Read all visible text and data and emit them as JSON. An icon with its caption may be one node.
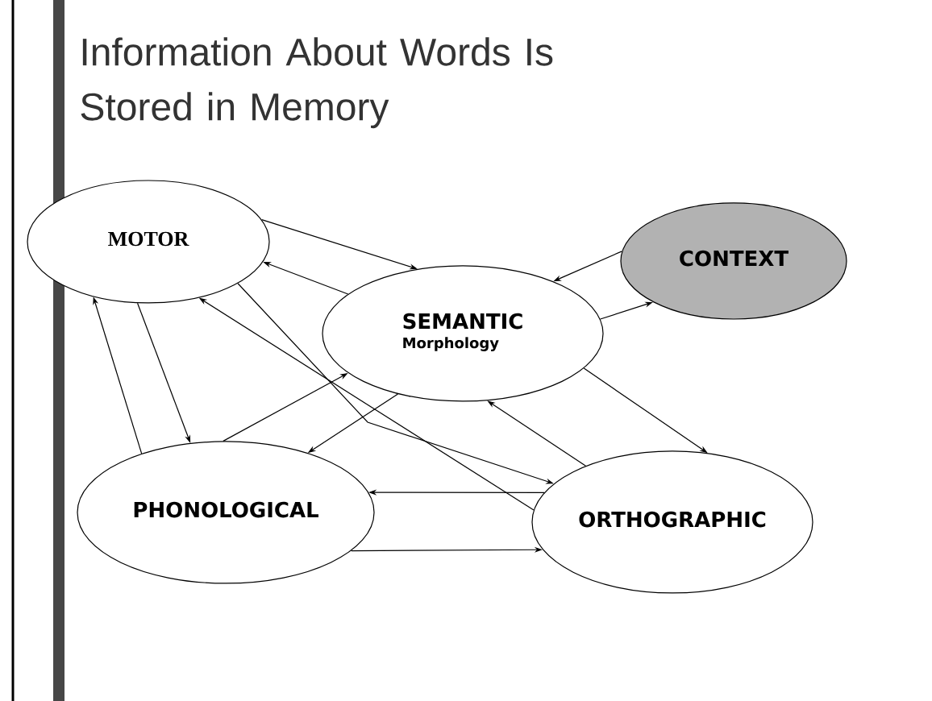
{
  "diagram": {
    "title": "Information About Words Is Stored in Memory",
    "nodes": [
      {
        "text": [
          "MOTOR"
        ]
      },
      {
        "text": [
          "CONTEXT"
        ]
      },
      {
        "text": [
          "SEMANTIC",
          "Morphology"
        ]
      },
      {
        "text": [
          "PHONOLOGICAL"
        ]
      },
      {
        "text": [
          "ORTHOGRAPHIC"
        ]
      }
    ],
    "edges": [
      {
        "from": 0,
        "to": 2,
        "arrow": "to"
      },
      {
        "from": 2,
        "to": 0,
        "arrow": "to"
      },
      {
        "from": 1,
        "to": 2,
        "arrow": "to"
      },
      {
        "from": 2,
        "to": 1,
        "arrow": "to"
      },
      {
        "from": 3,
        "to": 0,
        "arrow": "to"
      },
      {
        "from": 0,
        "to": 3,
        "arrow": "to"
      },
      {
        "from": 4,
        "to": 0,
        "arrow": "to"
      },
      {
        "from": 0,
        "to": 4,
        "arrow": "to"
      },
      {
        "from": 3,
        "to": 2,
        "arrow": "to"
      },
      {
        "from": 2,
        "to": 3,
        "arrow": "to"
      },
      {
        "from": 4,
        "to": 2,
        "arrow": "to"
      },
      {
        "from": 2,
        "to": 4,
        "arrow": "to"
      },
      {
        "from": 4,
        "to": 3,
        "arrow": "to"
      },
      {
        "from": 3,
        "to": 4,
        "arrow": "to"
      }
    ]
  }
}
